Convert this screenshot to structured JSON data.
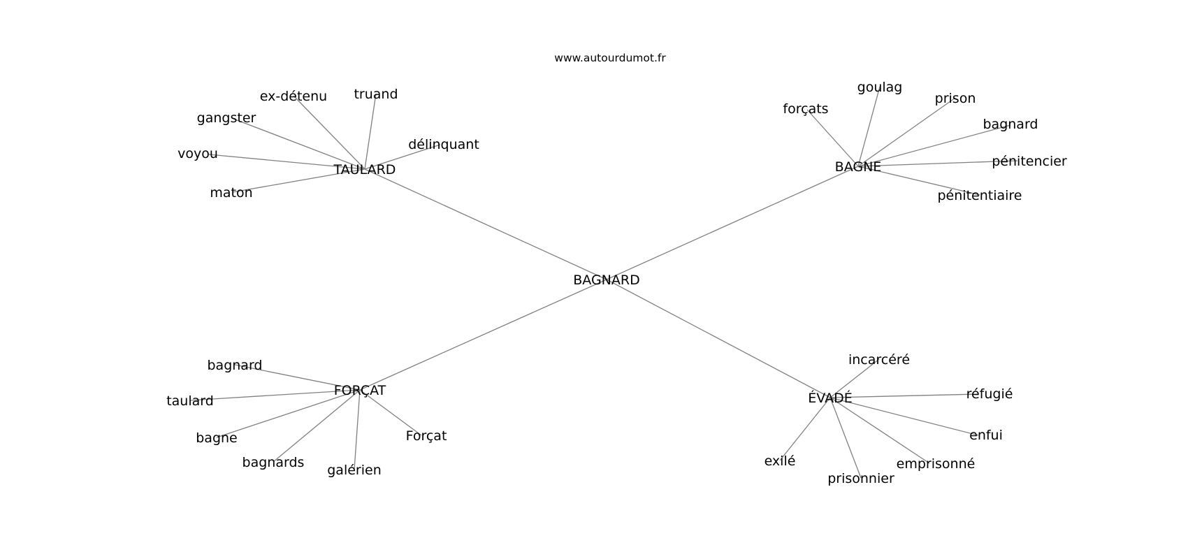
{
  "site": "www.autourdumot.fr",
  "center": "BAGNARD",
  "hubs": [
    {
      "id": "taulard",
      "label": "TAULARD",
      "leaves": [
        "ex-détenu",
        "truand",
        "gangster",
        "délinquant",
        "voyou",
        "maton"
      ]
    },
    {
      "id": "bagne",
      "label": "BAGNE",
      "leaves": [
        "goulag",
        "forçats",
        "prison",
        "bagnard",
        "pénitencier",
        "pénitentiaire"
      ]
    },
    {
      "id": "forcat",
      "label": "FORÇAT",
      "leaves": [
        "bagnard",
        "taulard",
        "bagne",
        "Forçat",
        "bagnards",
        "galérien"
      ]
    },
    {
      "id": "evade",
      "label": "ÉVADÉ",
      "leaves": [
        "incarcéré",
        "réfugié",
        "enfui",
        "exilé",
        "emprisonné",
        "prisonnier"
      ]
    }
  ]
}
